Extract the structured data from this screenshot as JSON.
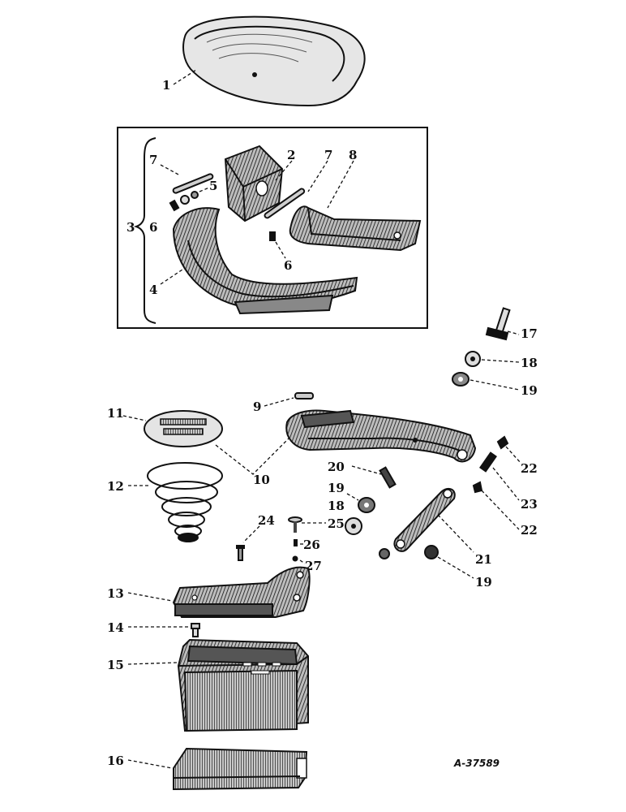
{
  "drawing_ref": "A-37589",
  "labels": {
    "p1": "1",
    "p2": "2",
    "p3": "3",
    "p4": "4",
    "p5": "5",
    "p6a": "6",
    "p6b": "6",
    "p7a": "7",
    "p7b": "7",
    "p8": "8",
    "p9": "9",
    "p10": "10",
    "p11": "11",
    "p12": "12",
    "p13": "13",
    "p14": "14",
    "p15": "15",
    "p16": "16",
    "p17": "17",
    "p18a": "18",
    "p18b": "18",
    "p19a": "19",
    "p19b": "19",
    "p19c": "19",
    "p20": "20",
    "p21": "21",
    "p22a": "22",
    "p22b": "22",
    "p23": "23",
    "p24": "24",
    "p25": "25",
    "p26": "26",
    "p27": "27"
  },
  "colors": {
    "ink": "#111111",
    "shade": "#555555",
    "paper": "#ffffff"
  }
}
